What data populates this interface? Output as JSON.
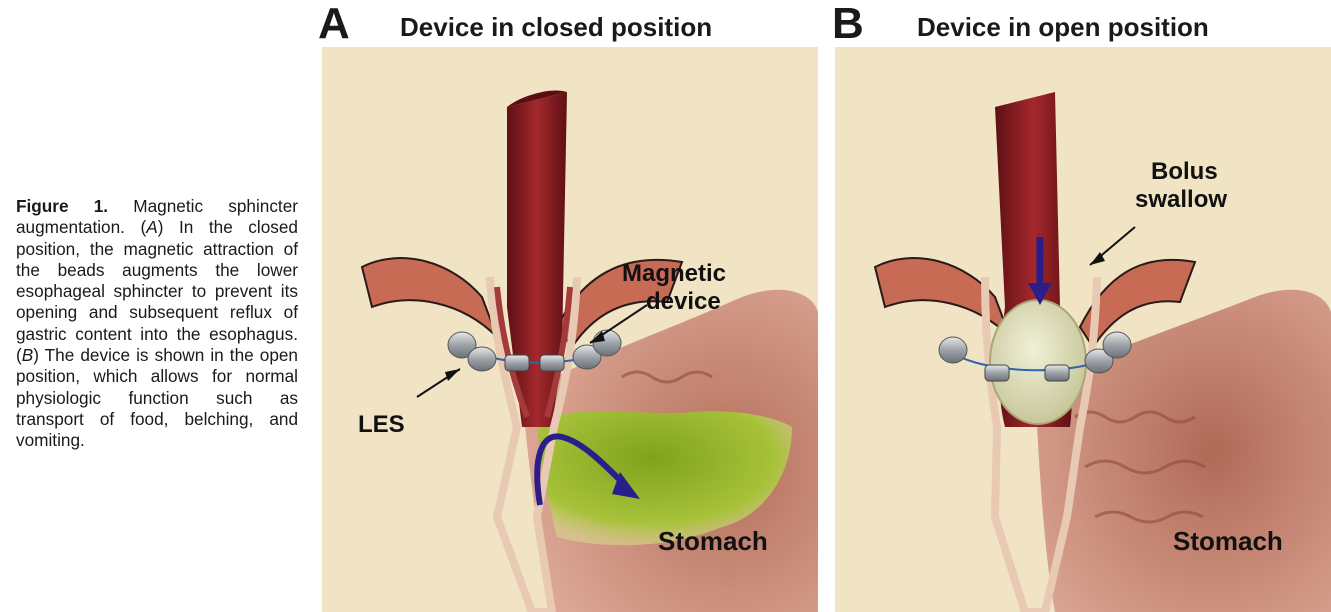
{
  "caption": {
    "label": "Figure 1.",
    "parts": [
      " Magnetic sphincter augmentation. (",
      "A",
      ") In the closed position, the magnetic attraction of the beads augments the lower esophageal sphincter to prevent its opening and subsequent reflux of gastric content into the esophagus. (",
      "B",
      ") The device is shown in the open position, which allows for normal physiologic function such as transport of food, belching, and vomiting."
    ]
  },
  "panels": [
    {
      "letter": "A",
      "title": "Device in closed position",
      "labels": {
        "magnetic_1": "Magnetic",
        "magnetic_2": "device",
        "les": "LES",
        "stomach": "Stomach"
      }
    },
    {
      "letter": "B",
      "title": "Device in open position",
      "labels": {
        "bolus_1": "Bolus",
        "bolus_2": "swallow",
        "stomach": "Stomach"
      }
    }
  ],
  "colors": {
    "background": "#f0e4c4",
    "esophagus": "#8c1f22",
    "stomach_wall": "#c98a76",
    "reflux": "#95b82c",
    "arrow": "#2a1f8a",
    "device": "#b8bcc2"
  }
}
